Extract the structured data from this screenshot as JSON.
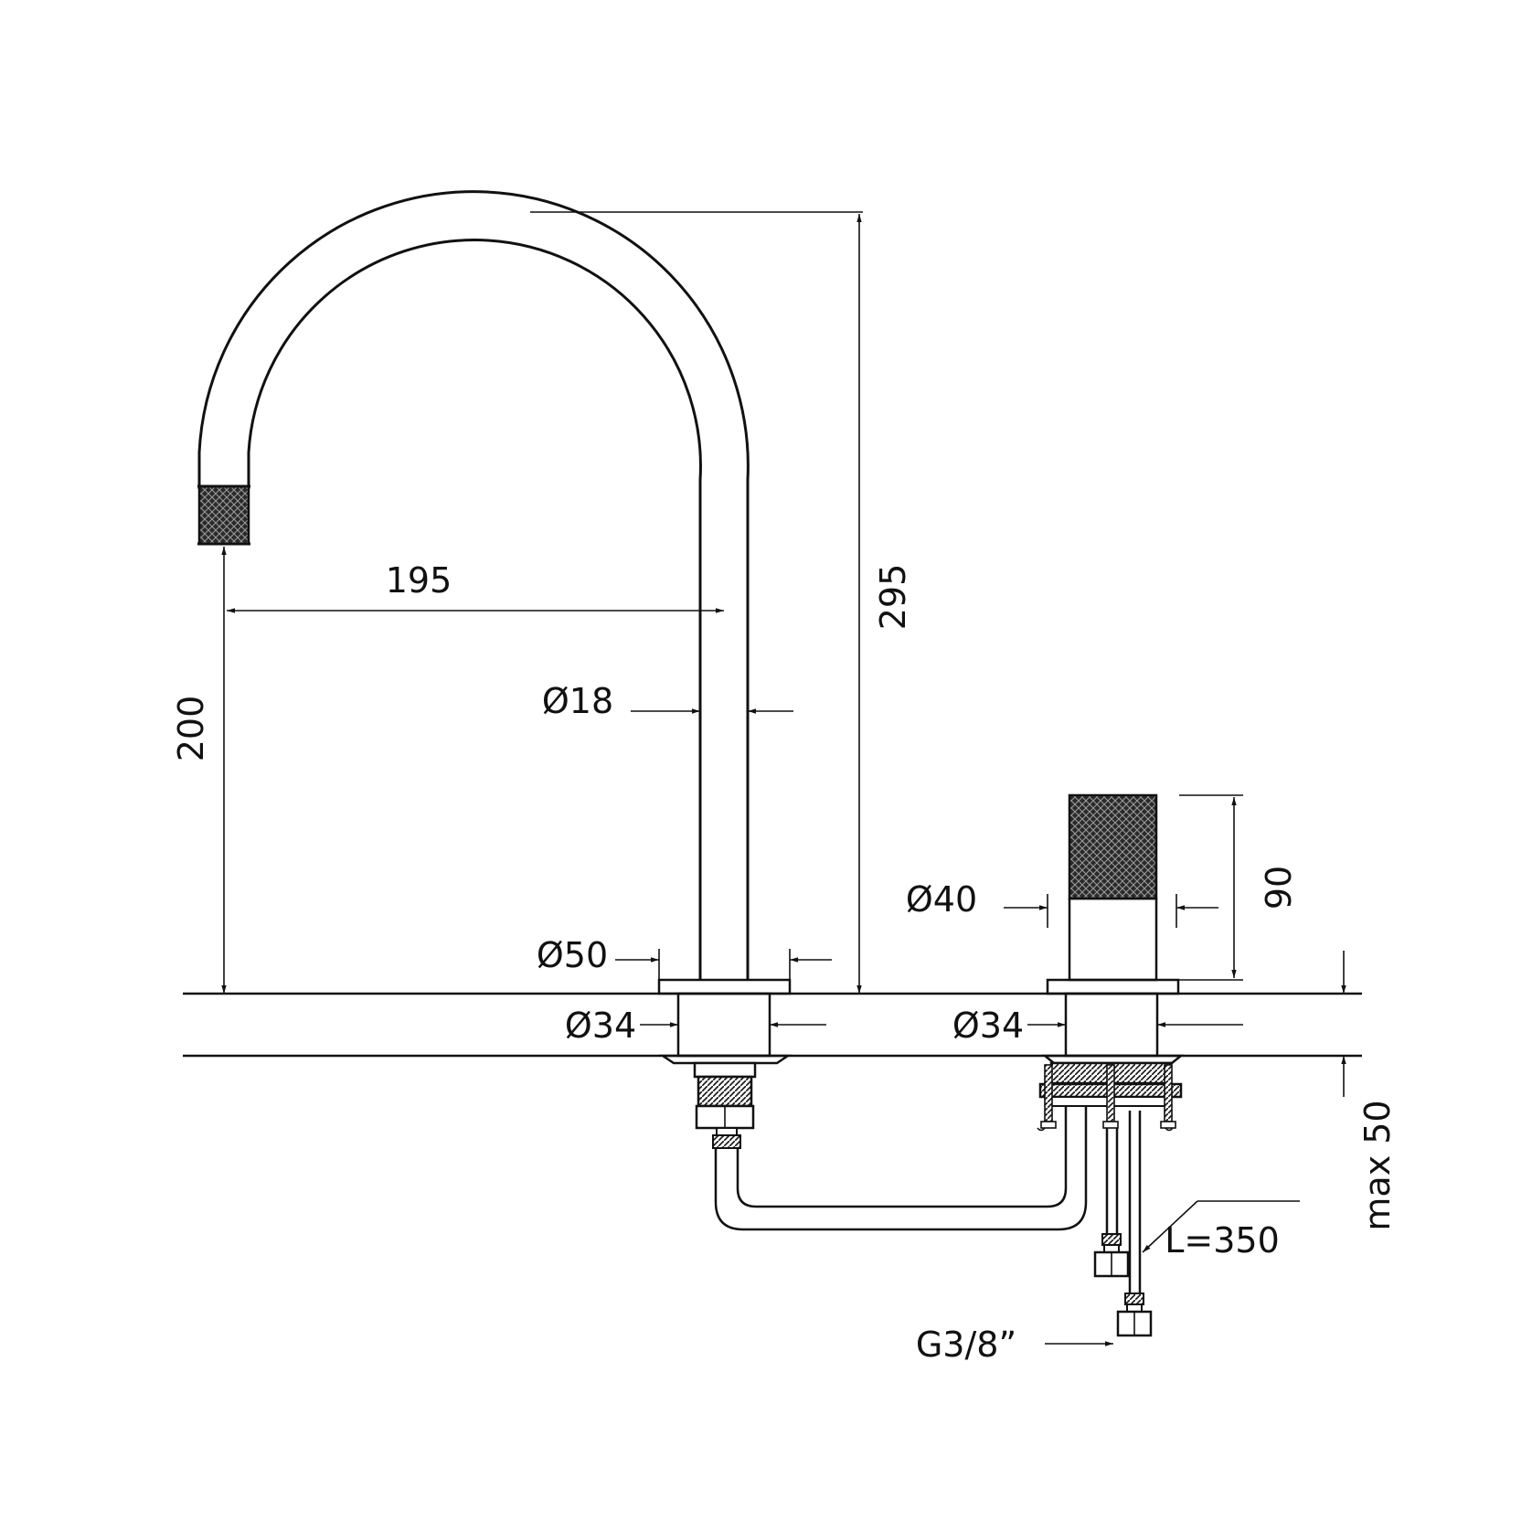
{
  "dimensions": {
    "reach": "195",
    "spout_height": "200",
    "total_height": "295",
    "tube_diameter": "Ø18",
    "base_diameter": "Ø50",
    "spout_hole_diameter": "Ø34",
    "handle_diameter": "Ø40",
    "handle_height": "90",
    "handle_hole_diameter": "Ø34",
    "deck_thickness": "max 50",
    "hose_length": "L=350",
    "connection_thread": "G3/8”"
  },
  "colors": {
    "line": "#111111",
    "background": "#ffffff"
  }
}
